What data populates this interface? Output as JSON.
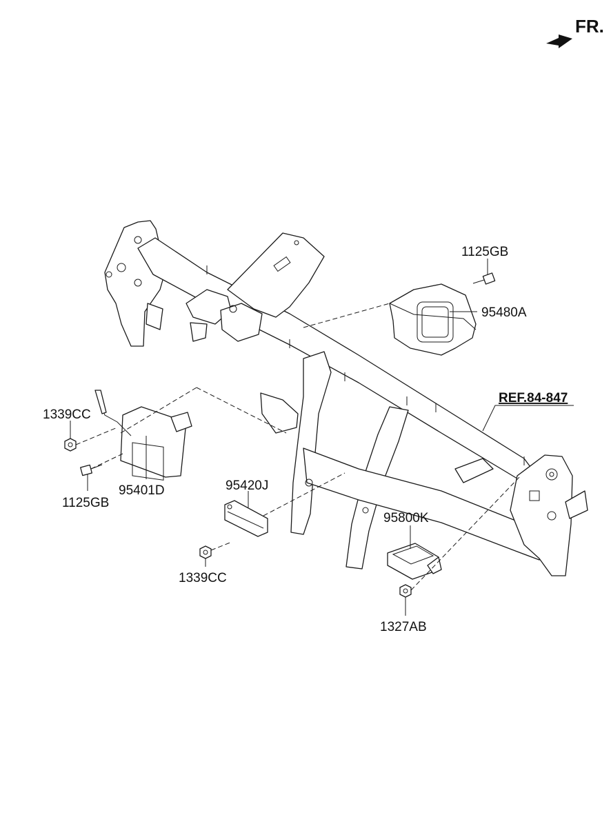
{
  "orientation": {
    "label": "FR."
  },
  "reference": {
    "label": "REF.84-847"
  },
  "parts": {
    "bolt_top": "1125GB",
    "acu_bracket": "95480A",
    "nut_left": "1339CC",
    "bolt_left": "1125GB",
    "control_unit": "95401D",
    "sensor_small": "95420J",
    "nut_mid": "1339CC",
    "sensor_module": "95800K",
    "nut_right": "1327AB"
  }
}
